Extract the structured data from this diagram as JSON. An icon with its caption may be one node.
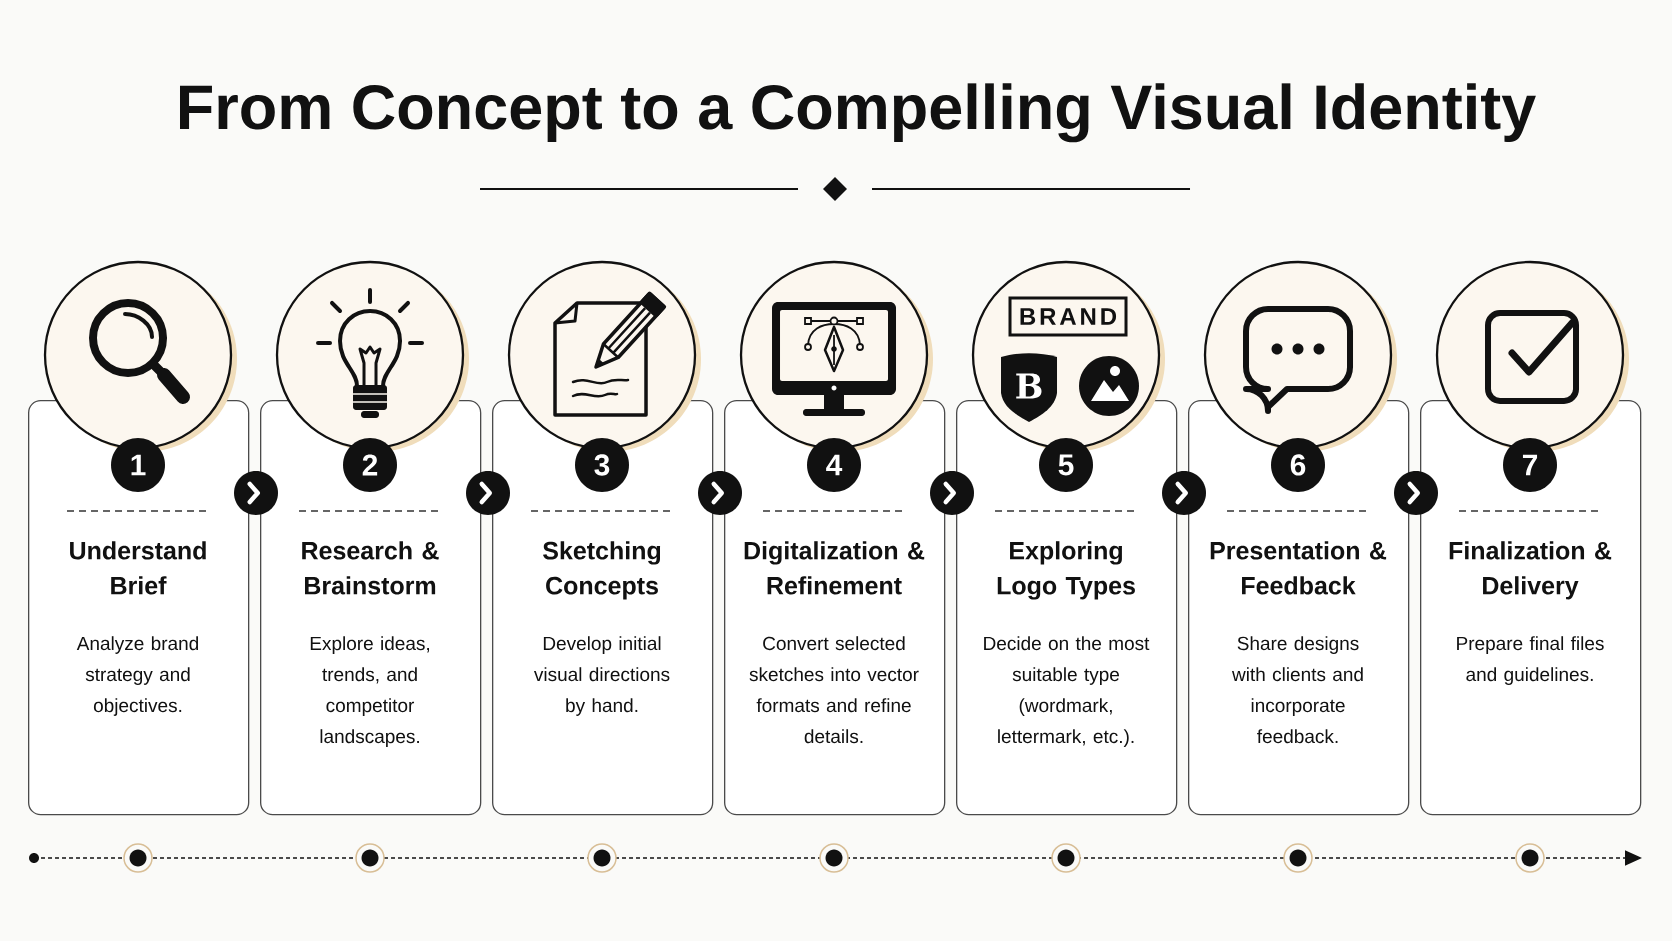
{
  "diagram": {
    "title": "From Concept to a Compelling Visual Identity",
    "nodes": [
      {
        "text": [
          "Understand Brief",
          "Analyze brand strategy and objectives."
        ]
      },
      {
        "text": [
          "1"
        ],
        "in": 0
      },
      {
        "text": [
          "Research & Brainstorm",
          "Explore ideas, trends, and competitor landscapes."
        ]
      },
      {
        "text": [
          "2"
        ],
        "in": 2
      },
      {
        "text": [
          "Sketching Concepts",
          "Develop initial visual directions by hand."
        ]
      },
      {
        "text": [
          "3"
        ],
        "in": 4
      },
      {
        "text": [
          "Digitalization & Refinement",
          "Convert selected sketches into vector formats and refine details."
        ]
      },
      {
        "text": [
          "4"
        ],
        "in": 6
      },
      {
        "text": [
          "Exploring Logo Types",
          "Decide on the most suitable type (wordmark, lettermark, etc.)."
        ]
      },
      {
        "text": [
          "5"
        ],
        "in": 8
      },
      {
        "text": [
          "Presentation & Feedback",
          "Share designs with clients and incorporate feedback."
        ]
      },
      {
        "text": [
          "6"
        ],
        "in": 10
      },
      {
        "text": [
          "Finalization & Delivery",
          "Prepare final files and guidelines."
        ]
      },
      {
        "text": [
          "7"
        ],
        "in": 12
      }
    ],
    "edges": [
      {
        "from": 0,
        "to": 2,
        "arrow": "to"
      },
      {
        "from": 2,
        "to": 4,
        "arrow": "to"
      },
      {
        "from": 4,
        "to": 6,
        "arrow": "to"
      },
      {
        "from": 6,
        "to": 8,
        "arrow": "to"
      },
      {
        "from": 8,
        "to": 10,
        "arrow": "to"
      },
      {
        "from": 10,
        "to": 12,
        "arrow": "to"
      }
    ],
    "labels": [
      "BRAND",
      "B"
    ]
  }
}
